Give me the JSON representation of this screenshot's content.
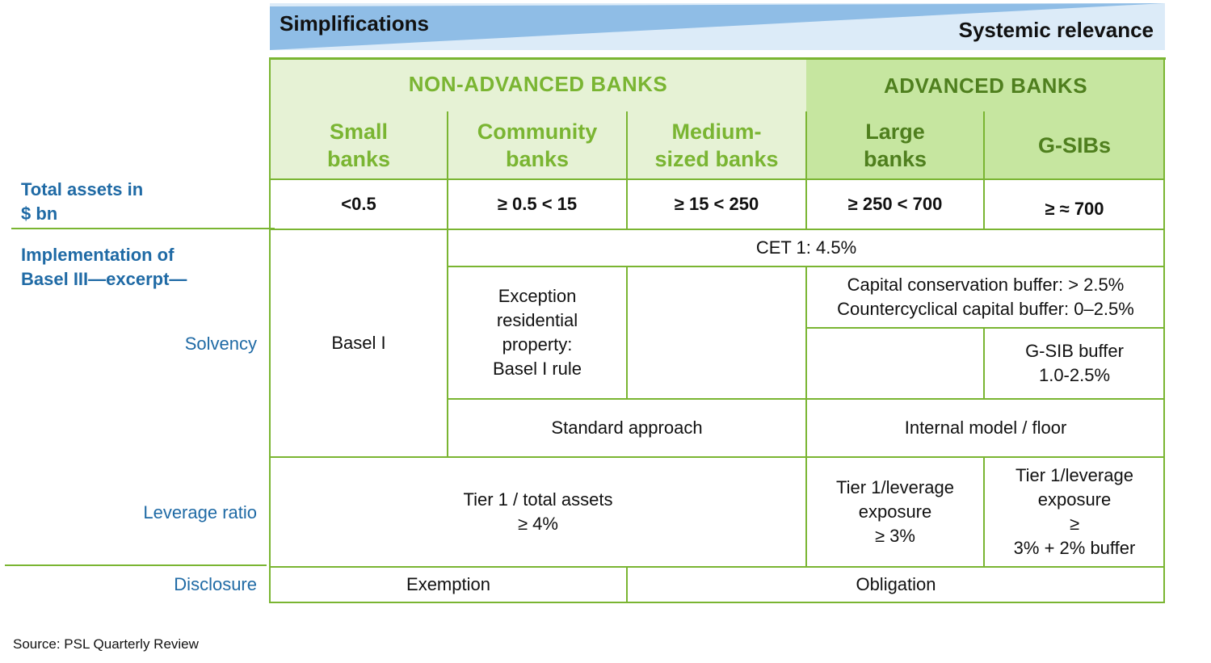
{
  "banner": {
    "left_label": "Simplifications",
    "right_label": "Systemic relevance"
  },
  "groups": {
    "non_advanced": "NON-ADVANCED  BANKS",
    "advanced": "ADVANCED  BANKS"
  },
  "columns": {
    "small": "Small\nbanks",
    "community": "Community\nbanks",
    "medium": "Medium-\nsized banks",
    "large": "Large\nbanks",
    "gsib": "G-SIBs"
  },
  "rows": {
    "total_assets": "Total assets in\n$ bn",
    "implementation": "Implementation  of\nBasel III—excerpt—",
    "solvency": "Solvency",
    "leverage": "Leverage ratio",
    "disclosure": "Disclosure"
  },
  "assets": {
    "small": "<0.5",
    "community": "≥ 0.5 < 15",
    "medium": "≥ 15 < 250",
    "large": "≥ 250 < 700",
    "gsib": "≥ ≈ 700"
  },
  "solvency": {
    "basel_i": "Basel I",
    "cet1": "CET 1: 4.5%",
    "exception": "Exception\nresidential\nproperty:\nBasel I rule",
    "buffers": "Capital conservation buffer: > 2.5%\nCountercyclical capital buffer: 0–2.5%",
    "gsib_buffer": "G-SIB buffer\n1.0-2.5%",
    "standard": "Standard approach",
    "internal": "Internal model / floor"
  },
  "leverage": {
    "non_advanced": "Tier 1 / total assets\n≥ 4%",
    "large": "Tier 1/leverage\nexposure\n≥ 3%",
    "gsib": "Tier 1/leverage\nexposure\n≥\n3% + 2% buffer"
  },
  "disclosure": {
    "exemption": "Exemption",
    "obligation": "Obligation"
  },
  "source": "Source: PSL Quarterly Review",
  "colors": {
    "banner_dark": "#8fbde6",
    "banner_light": "#dcebf8",
    "header_light": "#e6f2d5",
    "header_dark": "#c6e6a0",
    "grid": "#7ab532",
    "label_blue": "#1f6aa5",
    "green_text": "#7ab532"
  }
}
